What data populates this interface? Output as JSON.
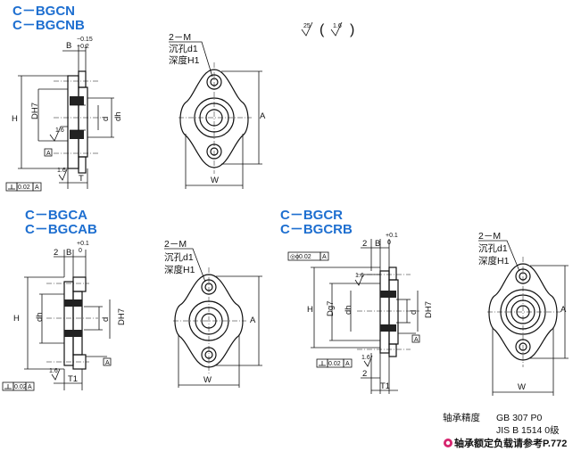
{
  "titles": {
    "bgcn": "C－BGCN",
    "bgcnb": "C－BGCNB",
    "bgca": "C－BGCA",
    "bgcab": "C－BGCAB",
    "bgcr": "C－BGCR",
    "bgcrb": "C－BGCRB"
  },
  "dims": {
    "B": "B",
    "tol_upper": "−0.15",
    "tol_lower": "−0.2",
    "plus_01": "+0.1",
    "zero": "0",
    "H": "H",
    "D_H7": "DH7",
    "D_g7": "Dg7",
    "d": "d",
    "dh": "dh",
    "T": "T",
    "T1": "T1",
    "A": "A",
    "W": "W",
    "two": "2",
    "two_M": "2－M",
    "countersink": "沉孔d1",
    "depth": "深度H1",
    "rough_16": "1.6",
    "rough_25": "25",
    "flatness": "0.02",
    "datum_A": "A",
    "coax": "◎ϕ0.02"
  },
  "footer": {
    "label": "轴承精度",
    "std1": "GB 307 P0",
    "std2": "JIS B 1514 0级",
    "ref": "轴承额定负载请参考P.772"
  }
}
